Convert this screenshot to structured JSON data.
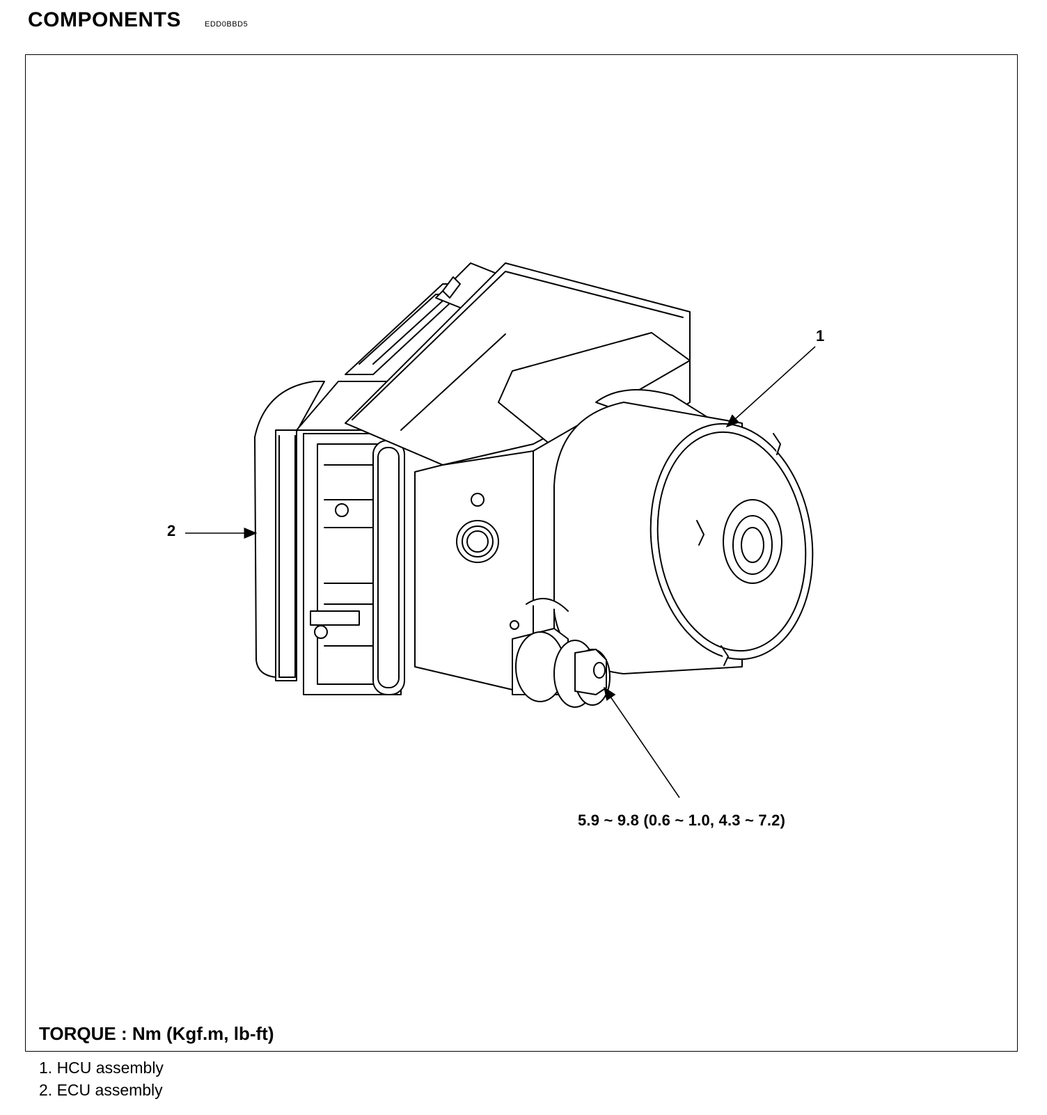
{
  "header": {
    "title": "COMPONENTS",
    "code": "EDD0BBD5"
  },
  "diagram": {
    "callouts": [
      {
        "number": "1"
      },
      {
        "number": "2"
      }
    ],
    "torque_value": "5.9 ~ 9.8 (0.6 ~ 1.0, 4.3 ~ 7.2)",
    "torque_unit": "TORQUE : Nm (Kgf.m, lb-ft)"
  },
  "legend": [
    {
      "text": "1. HCU assembly"
    },
    {
      "text": "2. ECU assembly"
    }
  ]
}
